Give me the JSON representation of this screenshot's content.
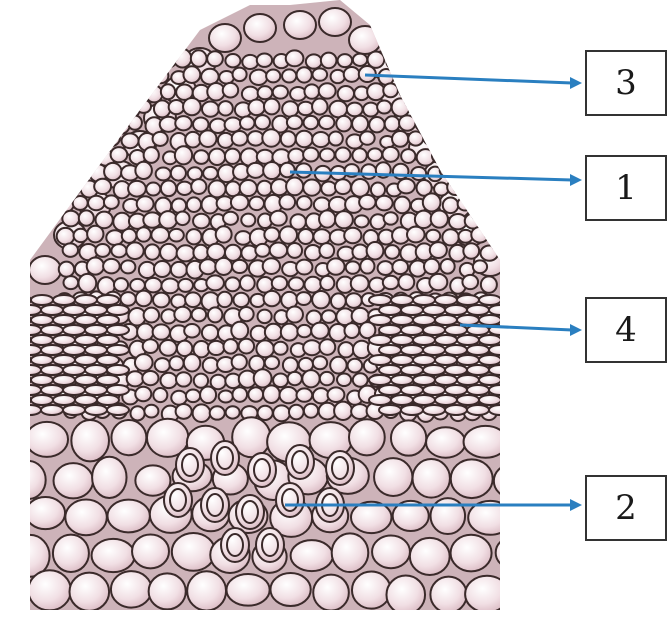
{
  "labels": [
    {
      "id": "3",
      "text": "3"
    },
    {
      "id": "1",
      "text": "1"
    },
    {
      "id": "4",
      "text": "4"
    },
    {
      "id": "2",
      "text": "2"
    }
  ],
  "colors": {
    "cell_fill": "#ecd8de",
    "cell_stroke": "#3a2a2a",
    "arrow": "#2a7fc0",
    "box_border": "#333333"
  }
}
